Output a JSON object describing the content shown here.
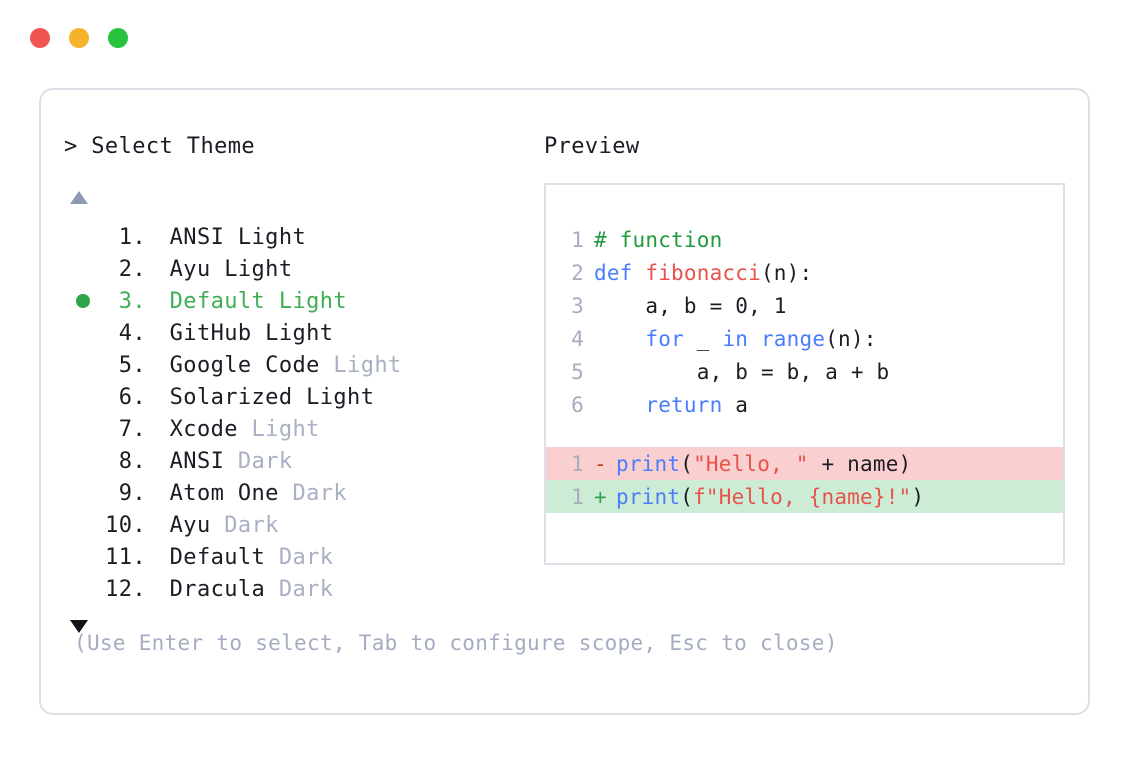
{
  "window": {
    "traffic_lights": [
      {
        "name": "close",
        "color": "#F2544F"
      },
      {
        "name": "minimize",
        "color": "#F5B32C"
      },
      {
        "name": "maximize",
        "color": "#27C33F"
      }
    ]
  },
  "selector": {
    "prompt": "> Select Theme",
    "scroll_up_indicator": "▲",
    "scroll_down_indicator": "▼",
    "selected_index": 3,
    "items": [
      {
        "index": "1.",
        "name": "ANSI",
        "variant": " Light",
        "variant_muted": false,
        "selected": false
      },
      {
        "index": "2.",
        "name": "Ayu",
        "variant": " Light",
        "variant_muted": false,
        "selected": false
      },
      {
        "index": "3.",
        "name": "Default",
        "variant": " Light",
        "variant_muted": false,
        "selected": true
      },
      {
        "index": "4.",
        "name": "GitHub",
        "variant": " Light",
        "variant_muted": false,
        "selected": false
      },
      {
        "index": "5.",
        "name": "Google Code",
        "variant": " Light",
        "variant_muted": true,
        "selected": false
      },
      {
        "index": "6.",
        "name": "Solarized",
        "variant": " Light",
        "variant_muted": false,
        "selected": false
      },
      {
        "index": "7.",
        "name": "Xcode",
        "variant": " Light",
        "variant_muted": true,
        "selected": false
      },
      {
        "index": "8.",
        "name": "ANSI",
        "variant": " Dark",
        "variant_muted": true,
        "selected": false
      },
      {
        "index": "9.",
        "name": "Atom One",
        "variant": " Dark",
        "variant_muted": true,
        "selected": false
      },
      {
        "index": "10.",
        "name": "Ayu",
        "variant": " Dark",
        "variant_muted": true,
        "selected": false
      },
      {
        "index": "11.",
        "name": "Default",
        "variant": " Dark",
        "variant_muted": true,
        "selected": false
      },
      {
        "index": "12.",
        "name": "Dracula",
        "variant": " Dark",
        "variant_muted": true,
        "selected": false
      }
    ]
  },
  "preview": {
    "heading": "Preview",
    "code_lines": [
      {
        "num": "1",
        "tokens": [
          {
            "t": "# function",
            "c": "comment"
          }
        ]
      },
      {
        "num": "2",
        "tokens": [
          {
            "t": "def ",
            "c": "keyword"
          },
          {
            "t": "fibonacci",
            "c": "func"
          },
          {
            "t": "(n):",
            "c": "plain"
          }
        ]
      },
      {
        "num": "3",
        "tokens": [
          {
            "t": "    a, b = 0, 1",
            "c": "plain"
          }
        ]
      },
      {
        "num": "4",
        "tokens": [
          {
            "t": "    ",
            "c": "plain"
          },
          {
            "t": "for",
            "c": "keyword"
          },
          {
            "t": " _ ",
            "c": "plain"
          },
          {
            "t": "in range",
            "c": "keyword"
          },
          {
            "t": "(n):",
            "c": "plain"
          }
        ]
      },
      {
        "num": "5",
        "tokens": [
          {
            "t": "        a, b = b, a + b",
            "c": "plain"
          }
        ]
      },
      {
        "num": "6",
        "tokens": [
          {
            "t": "    ",
            "c": "plain"
          },
          {
            "t": "return",
            "c": "keyword"
          },
          {
            "t": " a",
            "c": "plain"
          }
        ]
      }
    ],
    "diff_lines": [
      {
        "num": "1",
        "kind": "deletion",
        "marker": "-",
        "bg": "#FACFCF",
        "tokens": [
          {
            "t": "print",
            "c": "keyword"
          },
          {
            "t": "(",
            "c": "plain"
          },
          {
            "t": "\"Hello, \"",
            "c": "string"
          },
          {
            "t": " + name)",
            "c": "plain"
          }
        ]
      },
      {
        "num": "1",
        "kind": "addition",
        "marker": "+",
        "bg": "#CDECD5",
        "tokens": [
          {
            "t": "print",
            "c": "keyword"
          },
          {
            "t": "(",
            "c": "plain"
          },
          {
            "t": "f\"Hello, {name}!\"",
            "c": "string"
          },
          {
            "t": ")",
            "c": "plain"
          }
        ]
      }
    ]
  },
  "footer": {
    "hint": "(Use Enter to select, Tab to configure scope, Esc to close)"
  },
  "colors": {
    "text": "#1B1D24",
    "muted": "#A9B0C4",
    "selected_green": "#3FAE55",
    "border": "#DEDFE7",
    "syntax_comment": "#1F9A3D",
    "syntax_keyword": "#4A7DFB",
    "syntax_function": "#E8524B",
    "syntax_string": "#E8524B",
    "diff_delete_bg": "#FACFCF",
    "diff_add_bg": "#CDECD5"
  }
}
